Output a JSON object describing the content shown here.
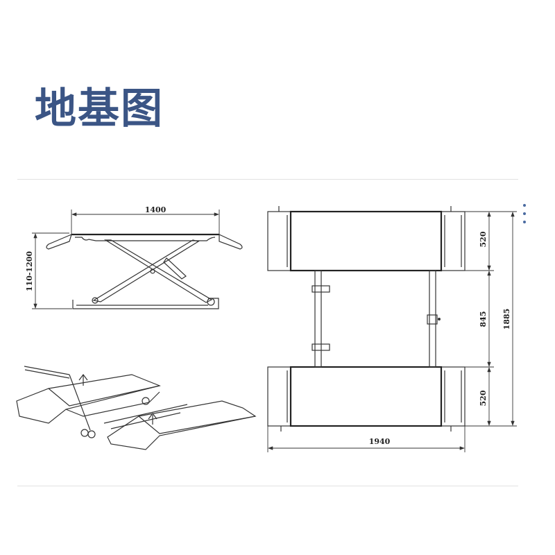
{
  "title": "地基图",
  "side_view": {
    "width_label": "1400",
    "height_label": "110-1200"
  },
  "top_view": {
    "pad_depth_top": "520",
    "gap": "845",
    "pad_depth_bottom": "520",
    "total_depth": "1885",
    "total_width": "1940"
  },
  "colors": {
    "title": "#3b5585",
    "lines": "#333333",
    "divider": "#e2e2e2"
  },
  "icons": {
    "more": "more-dots-icon"
  }
}
